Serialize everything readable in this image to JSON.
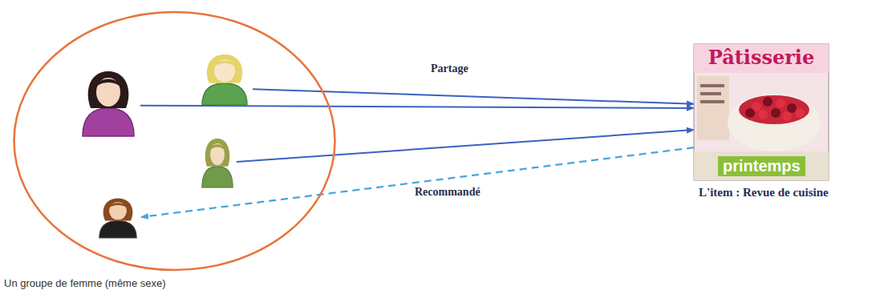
{
  "diagram": {
    "nodes": [
      {
        "text": [
          "Un groupe de femme (même sexe)"
        ]
      },
      {
        "text": [],
        "in": 0
      },
      {
        "text": [],
        "in": 0
      },
      {
        "text": [],
        "in": 0
      },
      {
        "text": [],
        "in": 0
      },
      {
        "text": [
          "Pâtisserie",
          "printemps",
          "L'item : Revue de cuisine"
        ]
      }
    ],
    "edges": [
      {
        "from": 1,
        "to": 5,
        "arrow": "to"
      },
      {
        "from": 2,
        "to": 5,
        "arrow": "to"
      },
      {
        "from": 3,
        "to": 5,
        "arrow": "to"
      },
      {
        "from": 5,
        "to": 4,
        "arrow": "to"
      }
    ],
    "labels": [
      "Partage",
      "Recommandé"
    ]
  }
}
